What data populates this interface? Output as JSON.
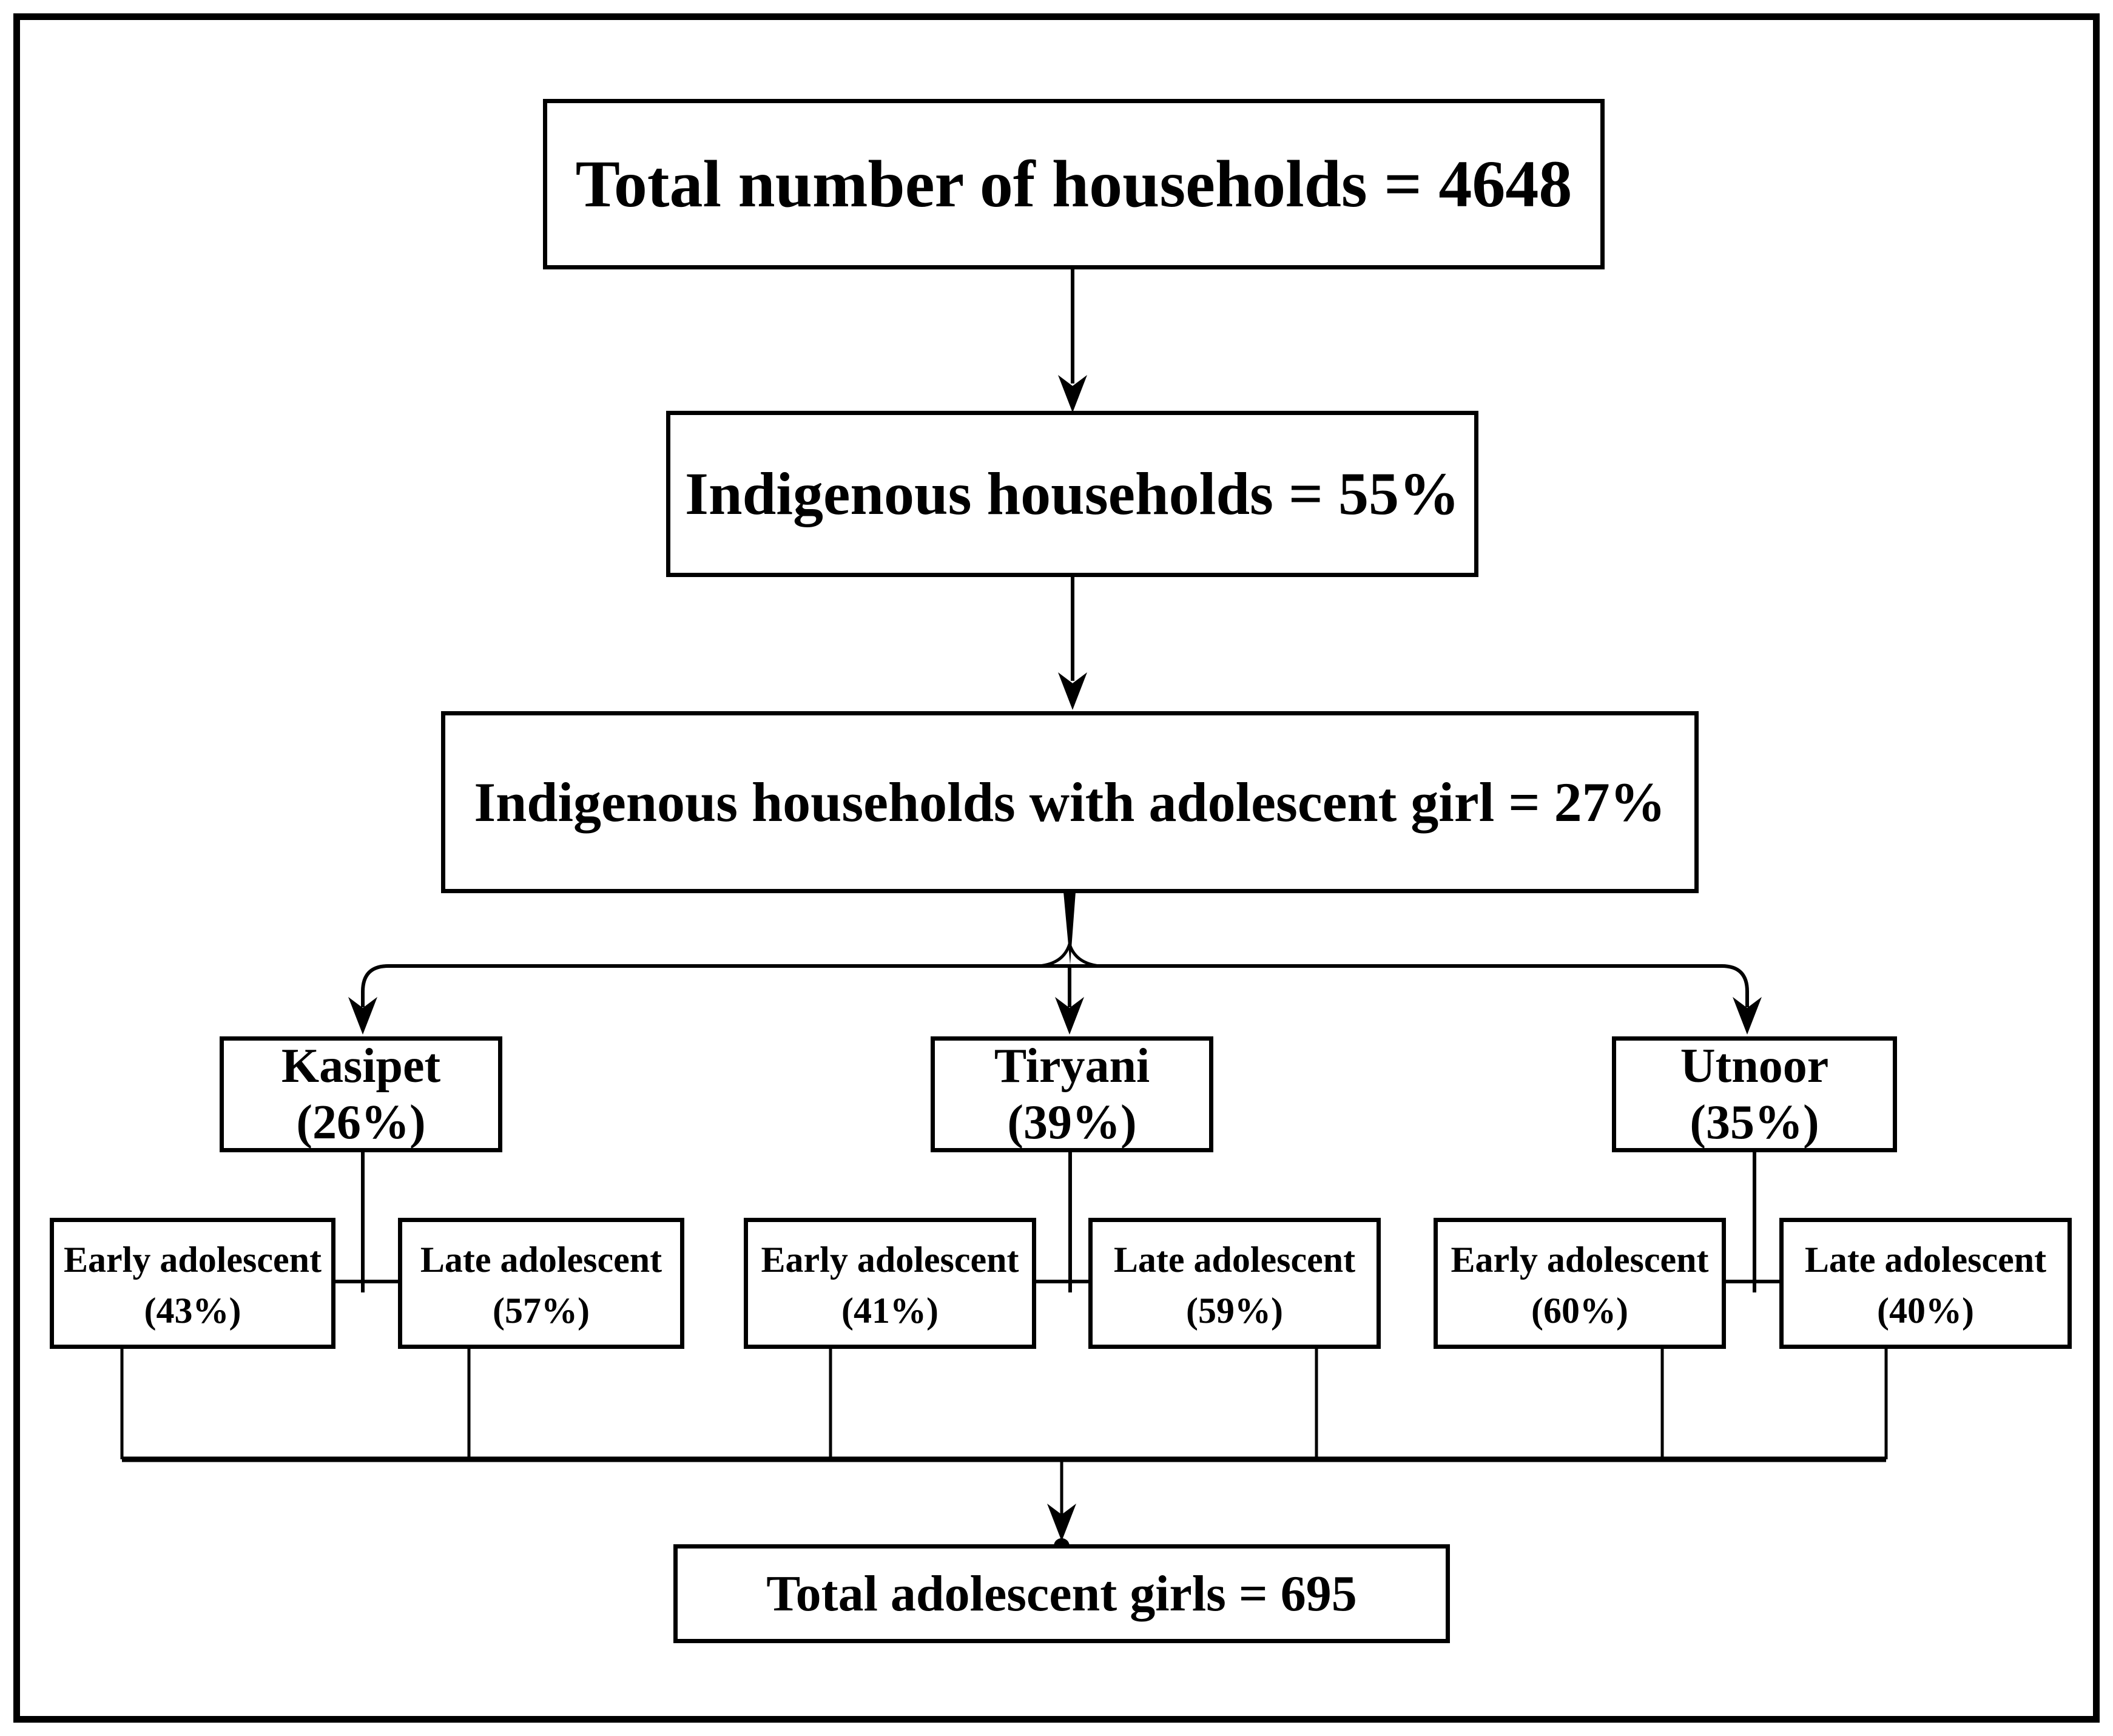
{
  "diagram": {
    "nodes": {
      "total_households": {
        "text": "Total number of households = 4648"
      },
      "indigenous_households": {
        "text": "Indigenous households = 55%"
      },
      "indigenous_households_with_adolescent_girl": {
        "text": "Indigenous households with adolescent girl = 27%"
      },
      "kasipet": {
        "name": "Kasipet",
        "pct": "(26%)"
      },
      "tiryani": {
        "name": "Tiryani",
        "pct": "(39%)"
      },
      "utnoor": {
        "name": "Utnoor",
        "pct": "(35%)"
      },
      "kasipet_early": {
        "name": "Early adolescent",
        "pct": "(43%)"
      },
      "kasipet_late": {
        "name": "Late adolescent",
        "pct": "(57%)"
      },
      "tiryani_early": {
        "name": "Early adolescent",
        "pct": "(41%)"
      },
      "tiryani_late": {
        "name": "Late adolescent",
        "pct": "(59%)"
      },
      "utnoor_early": {
        "name": "Early adolescent",
        "pct": "(60%)"
      },
      "utnoor_late": {
        "name": "Late adolescent",
        "pct": "(40%)"
      },
      "total_adolescent_girls": {
        "text": "Total adolescent girls = 695"
      }
    },
    "colors": {
      "line": "#000000",
      "box_background": "#ffffff",
      "box_border": "#000000"
    }
  }
}
